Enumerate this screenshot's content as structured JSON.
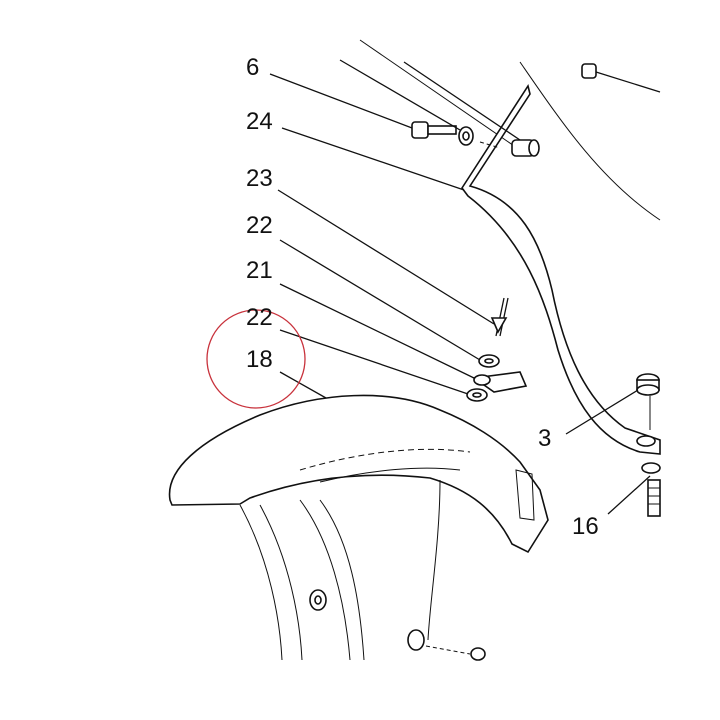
{
  "diagram": {
    "callouts": [
      {
        "id": "c6",
        "label": "6"
      },
      {
        "id": "c24",
        "label": "24"
      },
      {
        "id": "c23",
        "label": "23"
      },
      {
        "id": "c22a",
        "label": "22"
      },
      {
        "id": "c21",
        "label": "21"
      },
      {
        "id": "c22b",
        "label": "22"
      },
      {
        "id": "c18",
        "label": "18"
      },
      {
        "id": "c3",
        "label": "3"
      },
      {
        "id": "c16",
        "label": "16"
      }
    ],
    "highlight_color": "#c8323c",
    "line_color": "#111111"
  }
}
